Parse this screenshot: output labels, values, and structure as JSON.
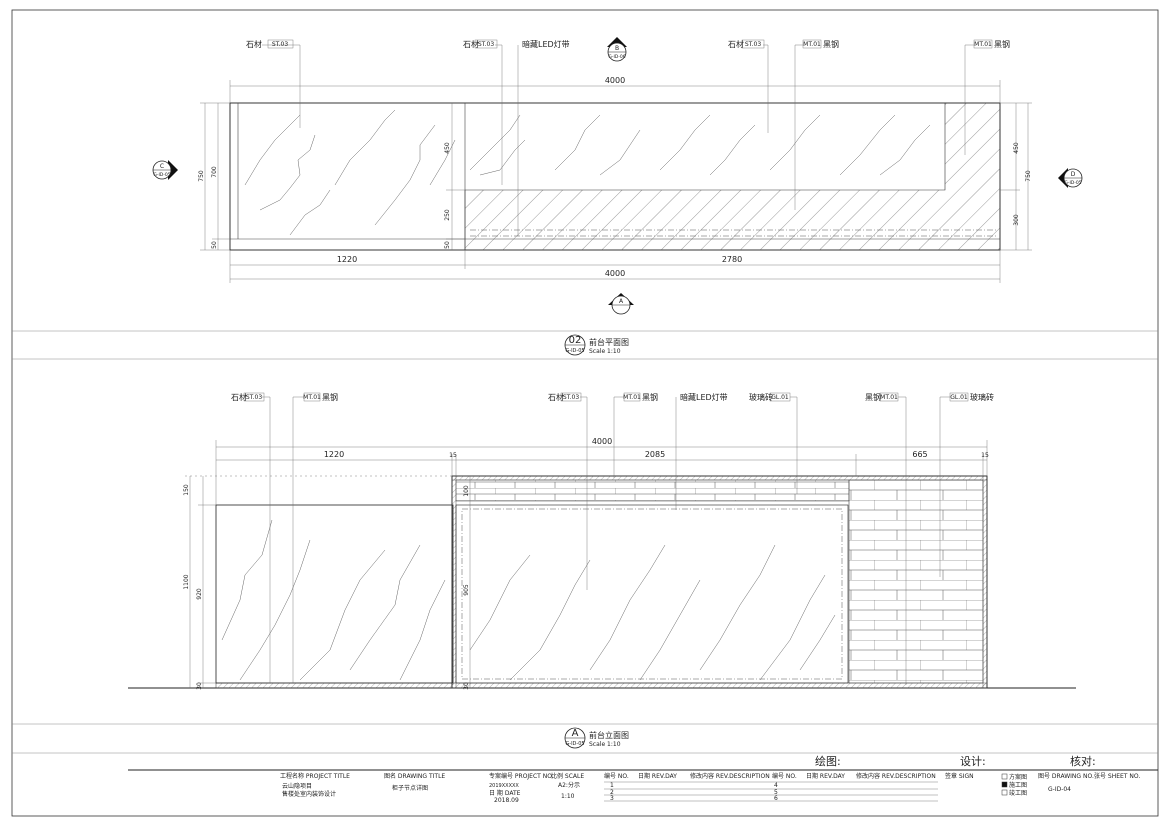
{
  "plan": {
    "label_a": "石材",
    "label_a_code": "ST.03",
    "label_b": "石材",
    "label_b_code": "ST.03",
    "label_c": "暗藏LED灯带",
    "label_d": "石材",
    "label_d_code": "ST.03",
    "label_e_code": "MT.01",
    "label_e": "黑钢",
    "label_f_code": "MT.01",
    "label_f": "黑钢",
    "dim_top": "4000",
    "dim_bottom_total": "4000",
    "dim_left_seg": "1220",
    "dim_right_seg": "2780",
    "dim_left_h": "700",
    "dim_left_outer": "750",
    "dim_left_bot": "50",
    "dim_mid_450": "450",
    "dim_mid_250": "250",
    "dim_mid_50": "50",
    "dim_right_450": "450",
    "dim_right_300": "300",
    "dim_right_outer": "750",
    "marker_b_letter": "B",
    "marker_b_ref": "G-ID-06",
    "marker_c_letter": "C",
    "marker_c_ref": "G-ID-05",
    "marker_d_letter": "D",
    "marker_d_ref": "G-ID-05",
    "marker_a_letter": "A",
    "title_num": "02",
    "title_ref": "G-ID-05",
    "title_name": "前台平面图",
    "title_scale": "Scale 1:10"
  },
  "elevation": {
    "label_1": "石材",
    "label_1_code": "ST.03",
    "label_2_code": "MT.01",
    "label_2": "黑钢",
    "label_3": "石材",
    "label_3_code": "ST.03",
    "label_4_code": "MT.01",
    "label_4": "黑钢",
    "label_5": "暗藏LED灯带",
    "label_6": "玻璃砖",
    "label_6_code": "GL.01",
    "label_7": "黑钢",
    "label_7_code": "MT.01",
    "label_8_code": "GL.01",
    "label_8": "玻璃砖",
    "dim_total": "4000",
    "dim_1220": "1220",
    "dim_15a": "15",
    "dim_2085": "2085",
    "dim_665": "665",
    "dim_15b": "15",
    "dim_150": "150",
    "dim_1100": "1100",
    "dim_920": "920",
    "dim_100": "100",
    "dim_905": "905",
    "dim_30a": "30",
    "dim_30b": "30",
    "title_letter": "A",
    "title_ref": "G-ID-05",
    "title_name": "前台立面图",
    "title_scale": "Scale 1:10"
  },
  "titleblock": {
    "draw": "绘图:",
    "design": "设计:",
    "check": "核对:",
    "project_title_label": "工程名称 PROJECT TITLE",
    "project_name_1": "云山隐项目",
    "project_name_2": "售楼处室内装饰设计",
    "drawing_title_label": "图名 DRAWING TITLE",
    "drawing_title": "柜子节点详图",
    "project_no_label": "专案编号 PROJECT NO.",
    "project_no": "2019XXXXX",
    "scale_label": "比例 SCALE",
    "scale_value": "A2:分示",
    "date_label": "日 期 DATE",
    "date_value": "2018.09",
    "scale_value2": "1:10",
    "rev_no_label": "编号 NO.",
    "rev_day_label": "日期 REV.DAY",
    "rev_desc_label": "修改内容 REV.DESCRIPTION",
    "rev_no_label2": "编号 NO.",
    "rev_day_label2": "日期 REV.DAY",
    "rev_desc_label2": "修改内容 REV.DESCRIPTION",
    "sign_label": "签章 SIGN",
    "rev_rows_left": [
      "1",
      "2",
      "3"
    ],
    "rev_rows_right": [
      "4",
      "5",
      "6"
    ],
    "check_1": "方案图",
    "check_2": "施工图",
    "check_3": "竣工图",
    "drawing_no_label": "图号 DRAWING NO.",
    "sheet_no_label": "张号 SHEET NO.",
    "drawing_no": "G-ID-04"
  }
}
